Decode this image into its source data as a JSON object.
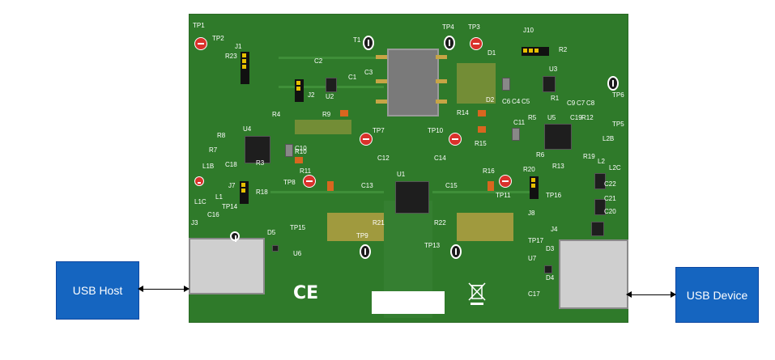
{
  "host_box": {
    "label": "USB Host"
  },
  "device_box": {
    "label": "USB Device"
  },
  "board": {
    "ce_mark": "CE",
    "labels": [
      "TP1",
      "TP2",
      "J1",
      "R23",
      "T1",
      "TP4",
      "TP3",
      "J10",
      "D1",
      "R2",
      "U3",
      "C2",
      "C1",
      "C3",
      "U2",
      "J2",
      "D2",
      "C6",
      "C4",
      "C5",
      "R1",
      "C9",
      "C7",
      "C8",
      "TP6",
      "R9",
      "R14",
      "TP5",
      "R4",
      "U4",
      "TP7",
      "TP10",
      "C11",
      "R5",
      "U5",
      "C19",
      "R12",
      "R8",
      "R7",
      "C18",
      "C10",
      "R10",
      "R15",
      "R6",
      "R19",
      "L2B",
      "L1B",
      "R3",
      "C12",
      "C14",
      "R11",
      "U1",
      "R16",
      "R13",
      "R20",
      "L2",
      "L2C",
      "TP8",
      "C13",
      "C15",
      "TP11",
      "TP16",
      "J7",
      "R18",
      "C22",
      "C21",
      "L1C",
      "L1",
      "TP14",
      "C20",
      "J3",
      "C16",
      "R21",
      "R22",
      "J8",
      "J4",
      "TP15",
      "D5",
      "TP9",
      "TP13",
      "TP17",
      "D3",
      "U6",
      "U7",
      "D4",
      "C17"
    ]
  }
}
